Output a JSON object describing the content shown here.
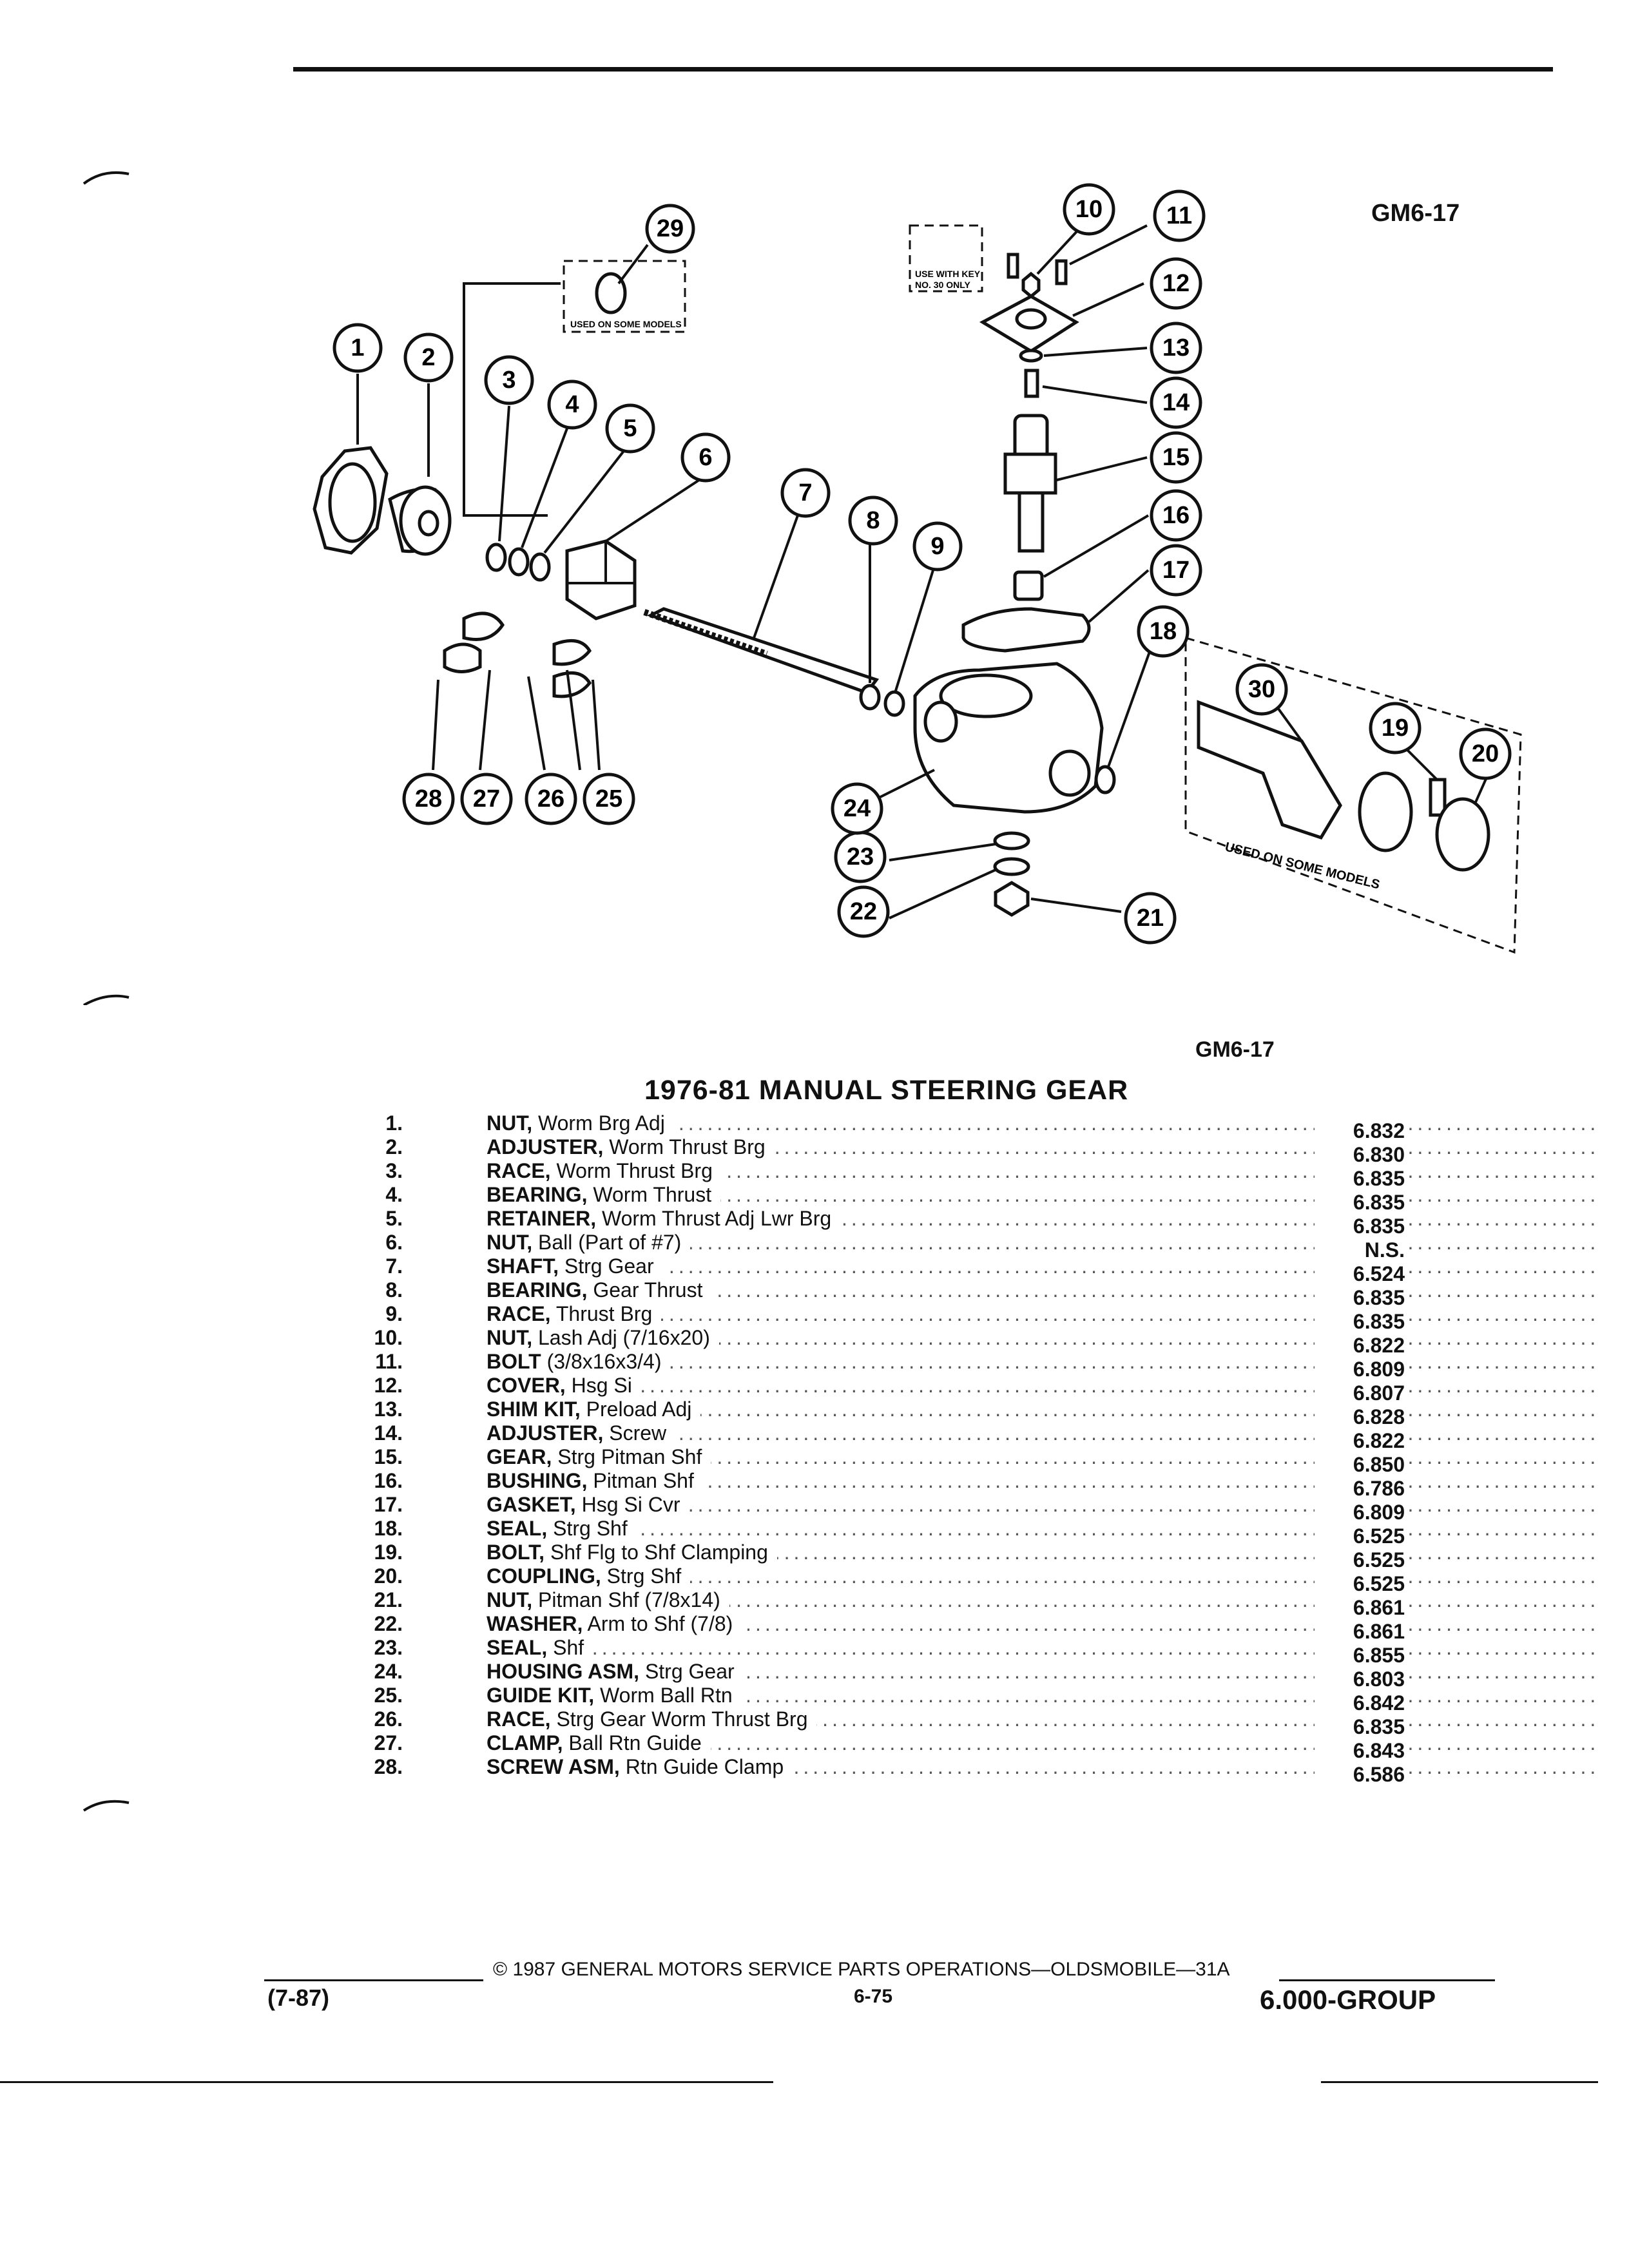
{
  "figure": {
    "code_top": "GM6-17",
    "code_bottom": "GM6-17",
    "note_upper_left": "USED ON SOME MODELS",
    "note_upper_right_a": "USE WITH KEY",
    "note_upper_right_b": "NO. 30 ONLY",
    "note_lower_right": "USED ON SOME MODELS",
    "callouts": [
      "1",
      "2",
      "3",
      "4",
      "5",
      "6",
      "7",
      "8",
      "9",
      "10",
      "11",
      "12",
      "13",
      "14",
      "15",
      "16",
      "17",
      "18",
      "19",
      "20",
      "21",
      "22",
      "23",
      "24",
      "25",
      "26",
      "27",
      "28",
      "29",
      "30"
    ]
  },
  "title": "1976-81 MANUAL STEERING GEAR",
  "parts": [
    {
      "no": "1.",
      "name": "NUT,",
      "desc": "Worm Brg Adj",
      "cat": "6.832"
    },
    {
      "no": "2.",
      "name": "ADJUSTER,",
      "desc": "Worm Thrust Brg",
      "cat": "6.830"
    },
    {
      "no": "3.",
      "name": "RACE,",
      "desc": "Worm Thrust Brg",
      "cat": "6.835"
    },
    {
      "no": "4.",
      "name": "BEARING,",
      "desc": "Worm Thrust",
      "cat": "6.835"
    },
    {
      "no": "5.",
      "name": "RETAINER,",
      "desc": "Worm Thrust Adj Lwr Brg",
      "cat": "6.835"
    },
    {
      "no": "6.",
      "name": "NUT,",
      "desc": "Ball (Part of #7)",
      "cat": "N.S."
    },
    {
      "no": "7.",
      "name": "SHAFT,",
      "desc": "Strg Gear",
      "cat": "6.524"
    },
    {
      "no": "8.",
      "name": "BEARING,",
      "desc": "Gear Thrust",
      "cat": "6.835"
    },
    {
      "no": "9.",
      "name": "RACE,",
      "desc": "Thrust Brg",
      "cat": "6.835"
    },
    {
      "no": "10.",
      "name": "NUT,",
      "desc": "Lash Adj (7/16x20)",
      "cat": "6.822"
    },
    {
      "no": "11.",
      "name": "BOLT",
      "desc": "(3/8x16x3/4)",
      "cat": "6.809"
    },
    {
      "no": "12.",
      "name": "COVER,",
      "desc": "Hsg Si",
      "cat": "6.807"
    },
    {
      "no": "13.",
      "name": "SHIM KIT,",
      "desc": "Preload Adj",
      "cat": "6.828"
    },
    {
      "no": "14.",
      "name": "ADJUSTER,",
      "desc": "Screw",
      "cat": "6.822"
    },
    {
      "no": "15.",
      "name": "GEAR,",
      "desc": "Strg Pitman Shf",
      "cat": "6.850"
    },
    {
      "no": "16.",
      "name": "BUSHING,",
      "desc": "Pitman Shf",
      "cat": "6.786"
    },
    {
      "no": "17.",
      "name": "GASKET,",
      "desc": "Hsg Si Cvr",
      "cat": "6.809"
    },
    {
      "no": "18.",
      "name": "SEAL,",
      "desc": "Strg Shf",
      "cat": "6.525"
    },
    {
      "no": "19.",
      "name": "BOLT,",
      "desc": "Shf Flg to Shf Clamping",
      "cat": "6.525"
    },
    {
      "no": "20.",
      "name": "COUPLING,",
      "desc": "Strg Shf",
      "cat": "6.525"
    },
    {
      "no": "21.",
      "name": "NUT,",
      "desc": "Pitman Shf (7/8x14)",
      "cat": "6.861"
    },
    {
      "no": "22.",
      "name": "WASHER,",
      "desc": "Arm to Shf (7/8)",
      "cat": "6.861"
    },
    {
      "no": "23.",
      "name": "SEAL,",
      "desc": "Shf",
      "cat": "6.855"
    },
    {
      "no": "24.",
      "name": "HOUSING ASM,",
      "desc": "Strg Gear",
      "cat": "6.803"
    },
    {
      "no": "25.",
      "name": "GUIDE KIT,",
      "desc": "Worm Ball Rtn",
      "cat": "6.842"
    },
    {
      "no": "26.",
      "name": "RACE,",
      "desc": "Strg Gear Worm Thrust Brg",
      "cat": "6.835"
    },
    {
      "no": "27.",
      "name": "CLAMP,",
      "desc": "Ball Rtn Guide",
      "cat": "6.843"
    },
    {
      "no": "28.",
      "name": "SCREW ASM,",
      "desc": "Rtn Guide Clamp",
      "cat": "6.586"
    }
  ],
  "footer": {
    "date": "(7-87)",
    "copyright": "© 1987 GENERAL MOTORS SERVICE PARTS OPERATIONS—OLDSMOBILE—31A",
    "page": "6-75",
    "group": "6.000-GROUP"
  }
}
